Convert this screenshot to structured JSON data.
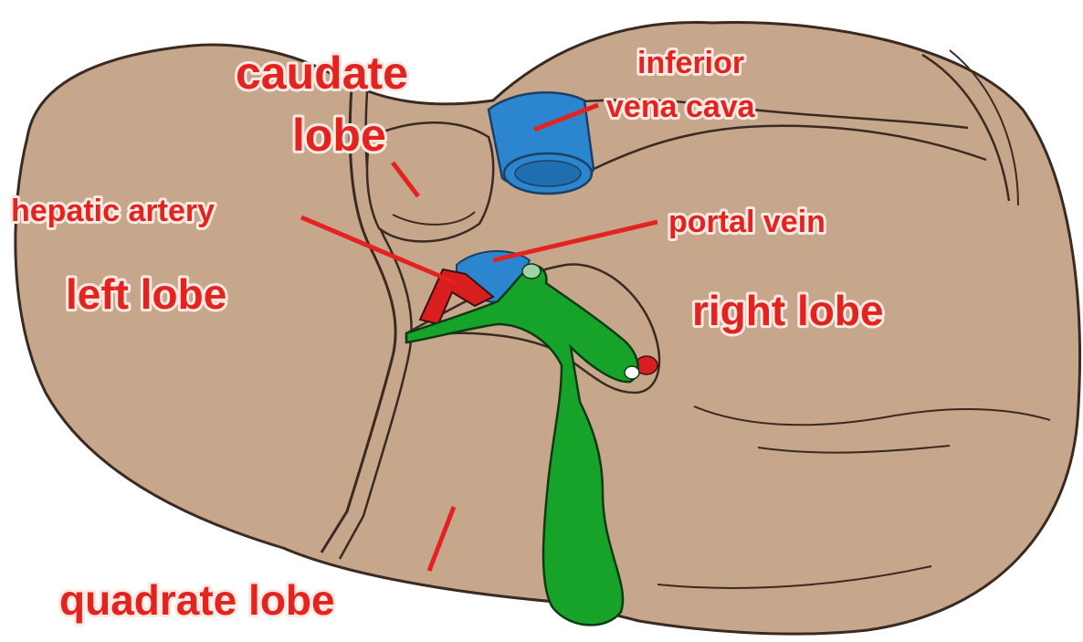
{
  "labels": {
    "caudate_lobe": [
      "caudate",
      "lobe"
    ],
    "inferior_vena_cava": [
      "inferior",
      "vena cava"
    ],
    "hepatic_artery": "hepatic artery",
    "portal_vein": "portal vein",
    "left_lobe": "left lobe",
    "right_lobe": "right lobe",
    "quadrate_lobe": "quadrate lobe"
  },
  "colors": {
    "liver": "#c7a78c",
    "outline": "#3a2a22",
    "vena_cava": "#2b86cf",
    "portal_vein": "#2b86cf",
    "hepatic_artery": "#d81e1e",
    "gallbladder": "#17a32a",
    "label": "#e32320",
    "leader_line": "#e32320"
  }
}
